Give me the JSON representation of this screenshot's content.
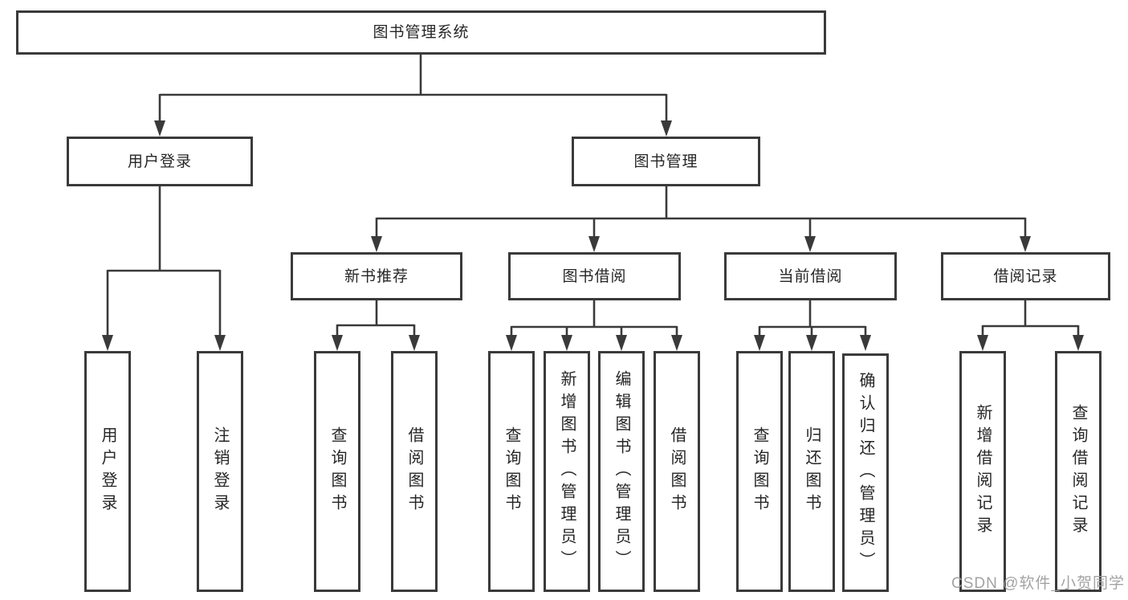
{
  "watermark": "CSDN @软件_小贺同学",
  "colors": {
    "line": "#3a3a3a",
    "text": "#262626",
    "background": "#ffffff",
    "watermark": "#9e9e9e"
  },
  "tree": {
    "root": {
      "label": "图书管理系统"
    },
    "level1": [
      {
        "label": "用户登录"
      },
      {
        "label": "图书管理"
      }
    ],
    "level2": [
      {
        "label": "新书推荐"
      },
      {
        "label": "图书借阅"
      },
      {
        "label": "当前借阅"
      },
      {
        "label": "借阅记录"
      }
    ],
    "leaves": [
      {
        "label": "用户登录"
      },
      {
        "label": "注销登录"
      },
      {
        "label": "查询图书"
      },
      {
        "label": "借阅图书"
      },
      {
        "label": "查询图书"
      },
      {
        "label": "新增图书（管理员）"
      },
      {
        "label": "编辑图书（管理员）"
      },
      {
        "label": "借阅图书"
      },
      {
        "label": "查询图书"
      },
      {
        "label": "归还图书"
      },
      {
        "label": "确认归还（管理员）"
      },
      {
        "label": "新增借阅记录"
      },
      {
        "label": "查询借阅记录"
      }
    ]
  }
}
